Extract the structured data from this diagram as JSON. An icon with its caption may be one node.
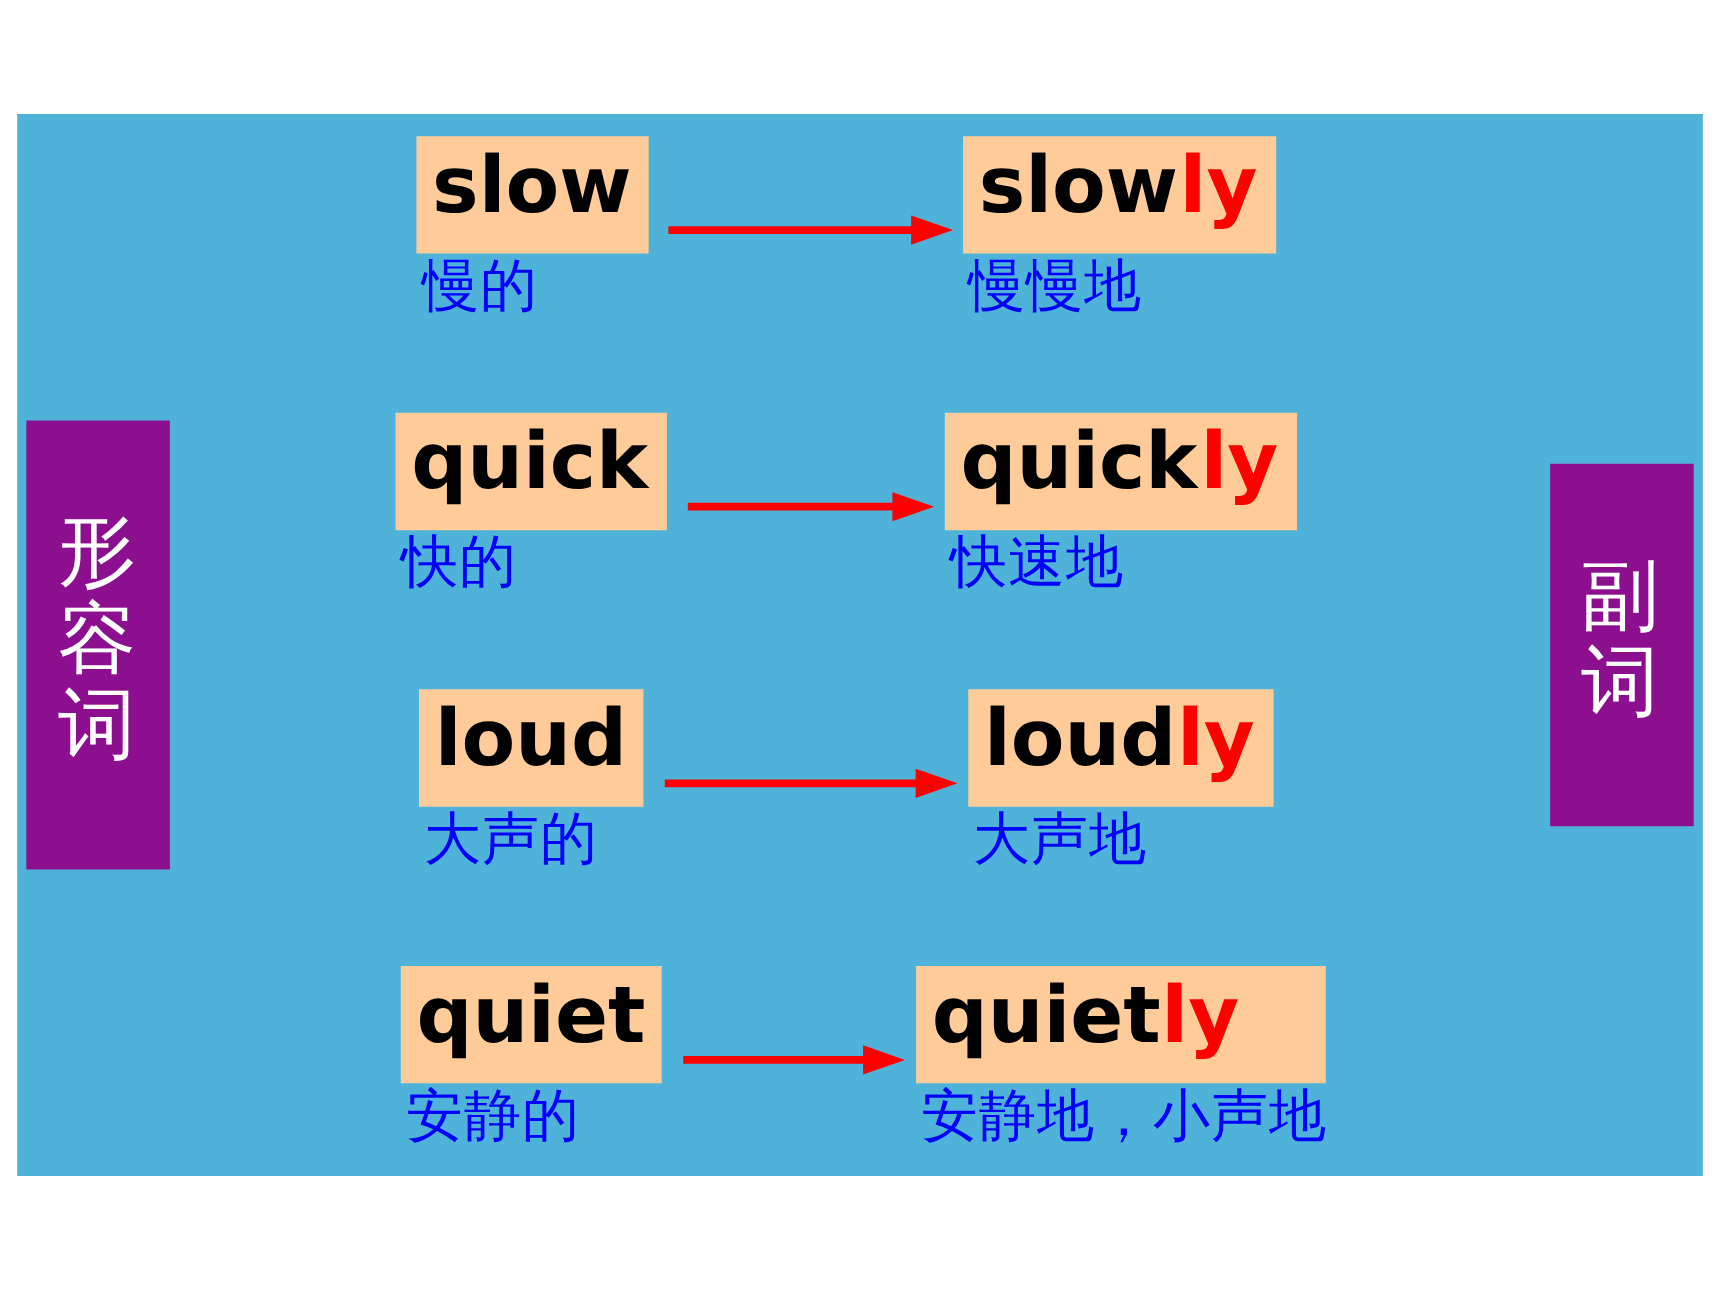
{
  "diagram": {
    "nodes": [
      {
        "text": [
          "形容词"
        ]
      },
      {
        "text": [
          "副词"
        ]
      },
      {
        "text": [
          "slow"
        ],
        "beside": [
          "慢的"
        ]
      },
      {
        "text": [
          "slowly"
        ],
        "beside": [
          "慢慢地"
        ]
      },
      {
        "text": [
          "quick"
        ],
        "beside": [
          "快的"
        ]
      },
      {
        "text": [
          "quickly"
        ],
        "beside": [
          "快速地"
        ]
      },
      {
        "text": [
          "loud"
        ],
        "beside": [
          "大声的"
        ]
      },
      {
        "text": [
          "loudly"
        ],
        "beside": [
          "大声地"
        ]
      },
      {
        "text": [
          "quiet"
        ],
        "beside": [
          "安静的"
        ]
      },
      {
        "text": [
          "quietly"
        ],
        "beside": [
          "安静地，小声地"
        ]
      }
    ],
    "edges": [
      {
        "from": 2,
        "to": 3,
        "arrow": "to"
      },
      {
        "from": 4,
        "to": 5,
        "arrow": "to"
      },
      {
        "from": 6,
        "to": 7,
        "arrow": "to"
      },
      {
        "from": 8,
        "to": 9,
        "arrow": "to"
      }
    ]
  }
}
